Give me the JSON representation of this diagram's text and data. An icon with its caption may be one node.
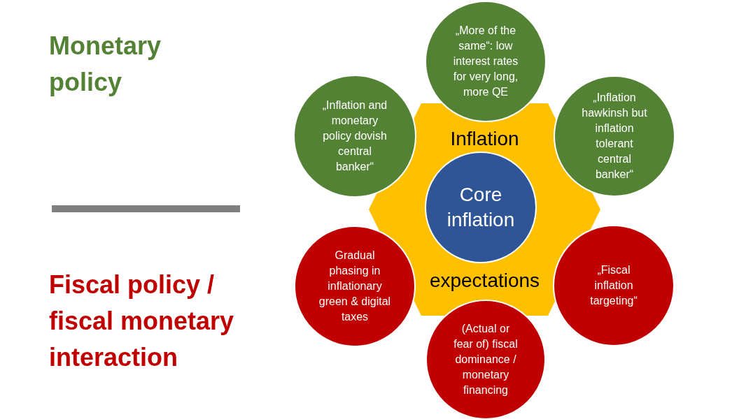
{
  "diagram": {
    "nodes": [
      {
        "text": [
          "„More of the same“: low interest rates for very long, more QE"
        ]
      },
      {
        "text": [
          "„Inflation and monetary policy dovish central banker“"
        ]
      },
      {
        "text": [
          "„Inflation hawkinsh but inflation tolerant central banker“"
        ]
      },
      {
        "text": [
          "Inflation",
          "expectations"
        ]
      },
      {
        "text": [
          "Core inflation"
        ],
        "in": 3
      },
      {
        "text": [
          "Gradual phasing in inflationary green & digital taxes"
        ]
      },
      {
        "text": [
          "„Fiscal inflation targeting“"
        ]
      },
      {
        "text": [
          "(Actual or fear of) fiscal dominance / monetary financing"
        ]
      }
    ],
    "labels": [
      "Monetary policy",
      "Fiscal policy / fiscal monetary interaction"
    ]
  }
}
